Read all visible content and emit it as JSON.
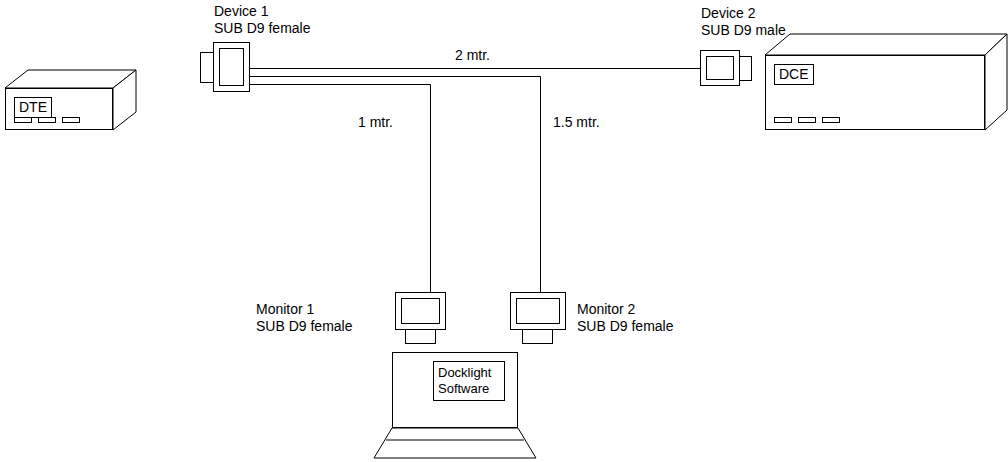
{
  "diagram": {
    "nodes": [
      {
        "text": [
          "DTE"
        ]
      },
      {
        "text": [
          "Device 1",
          "SUB D9 female"
        ]
      },
      {
        "text": [
          "Device 2",
          "SUB D9 male"
        ]
      },
      {
        "text": [
          "DCE"
        ]
      },
      {
        "text": [
          "Monitor 1",
          "SUB D9 female"
        ]
      },
      {
        "text": [
          "Monitor 2",
          "SUB D9 female"
        ]
      },
      {
        "text": [
          "Docklight Software"
        ]
      }
    ],
    "edges": [
      {
        "from": 1,
        "to": 2,
        "arrow": "none",
        "label": "2 mtr."
      },
      {
        "from": 1,
        "to": 4,
        "arrow": "none",
        "label": "1 mtr."
      },
      {
        "from": 1,
        "to": 5,
        "arrow": "none",
        "label": "1.5 mtr."
      }
    ]
  }
}
